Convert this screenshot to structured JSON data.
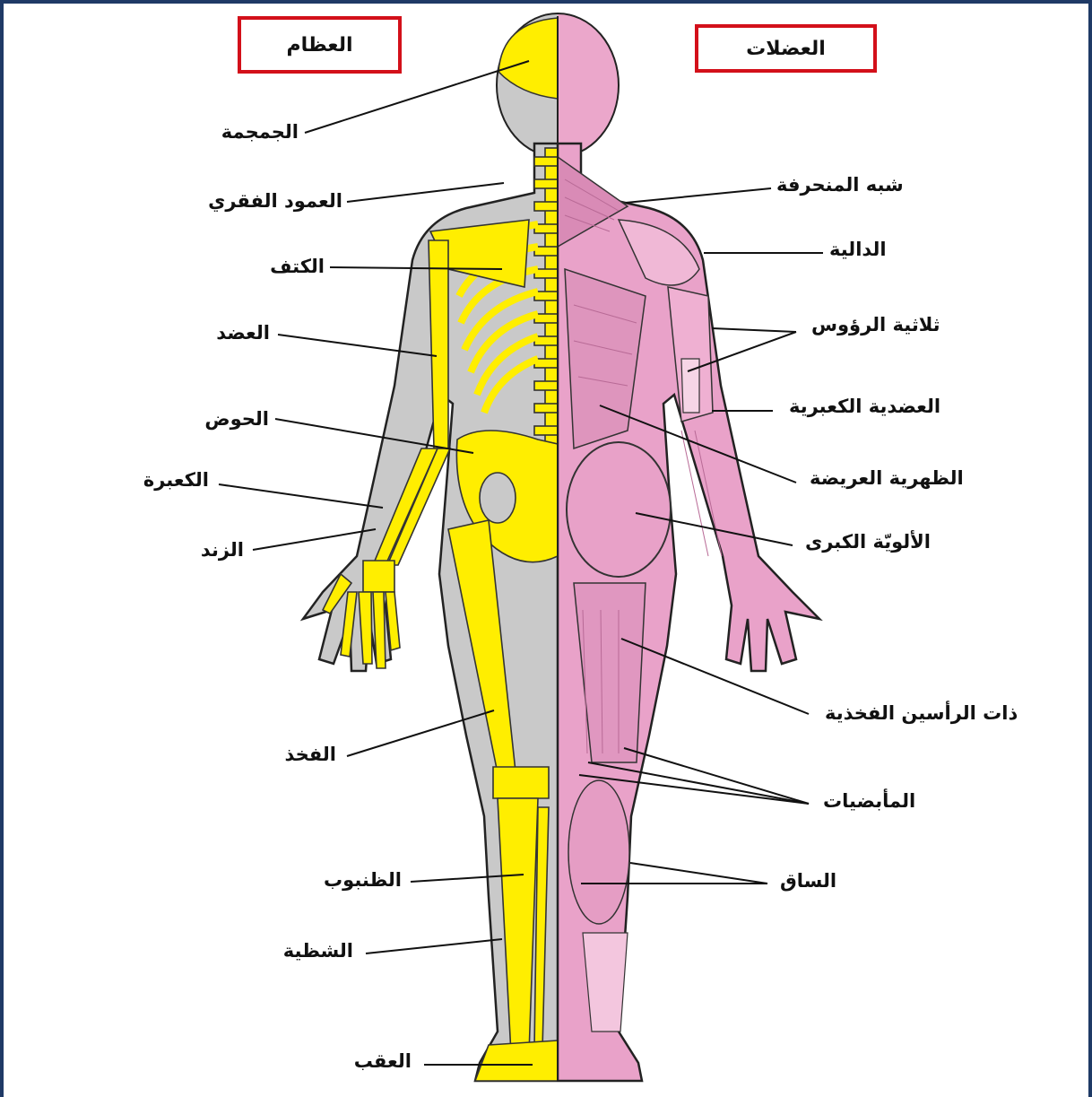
{
  "headers": {
    "bones": "العظام",
    "muscles": "العضلات"
  },
  "bone_labels": {
    "skull": "الجمجمة",
    "spine": "العمود الفقري",
    "shoulder": "الكتف",
    "humerus": "العضد",
    "pelvis": "الحوض",
    "radius": "الكعبرة",
    "ulna": "الزند",
    "femur": "الفخذ",
    "tibia": "الظنبوب",
    "fibula": "الشظية",
    "heel": "العقب"
  },
  "muscle_labels": {
    "trapezius": "شبه المنحرفة",
    "deltoid": "الدالية",
    "triceps": "ثلاثية الرؤوس",
    "brachioradialis": "العضدية الكعبرية",
    "latissimus": "الظهرية العريضة",
    "gluteus": "الألويّة الكبرى",
    "biceps_femoris": "ذات الرأسين الفخذية",
    "hamstrings": "المأبضيات",
    "calf": "الساق"
  },
  "colors": {
    "bone": "#ffee00",
    "muscle": "#e9a2c9",
    "body": "#c9c9c9",
    "header_border": "#d3101a",
    "frame": "#1f3a66"
  }
}
